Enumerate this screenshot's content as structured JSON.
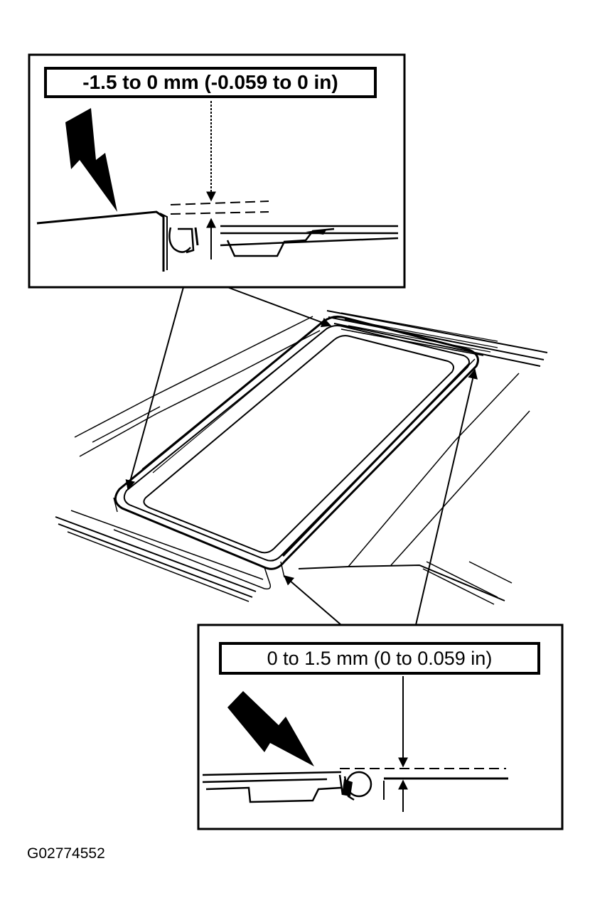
{
  "callouts": {
    "top": {
      "spec": "-1.5 to 0 mm (-0.059 to 0 in)"
    },
    "bottom": {
      "spec": "0 to 1.5 mm (0 to 0.059 in)"
    }
  },
  "figure_id": "G02774552"
}
